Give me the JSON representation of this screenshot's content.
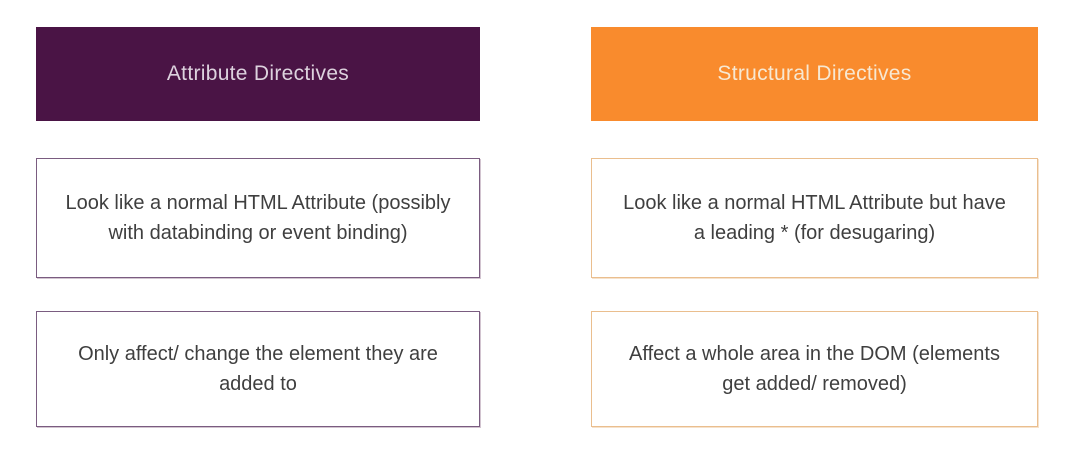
{
  "colors": {
    "background": "#ffffff",
    "body_text": "#3f3f3f",
    "attribute_header_bg": "#4a1445",
    "attribute_header_text": "#ddd2de",
    "attribute_card_border": "#7a5c80",
    "structural_header_bg": "#f98b2d",
    "structural_header_text": "#f7e8d2",
    "structural_card_border": "#eabe8e"
  },
  "columns": [
    {
      "header": "Attribute Directives",
      "cards": [
        "Look like a normal HTML Attribute (possibly with databinding or event binding)",
        "Only affect/ change the element they are added to"
      ]
    },
    {
      "header": "Structural Directives",
      "cards": [
        "Look like a normal HTML Attribute but have a leading * (for desugaring)",
        "Affect a whole area in the DOM (elements get added/ removed)"
      ]
    }
  ]
}
